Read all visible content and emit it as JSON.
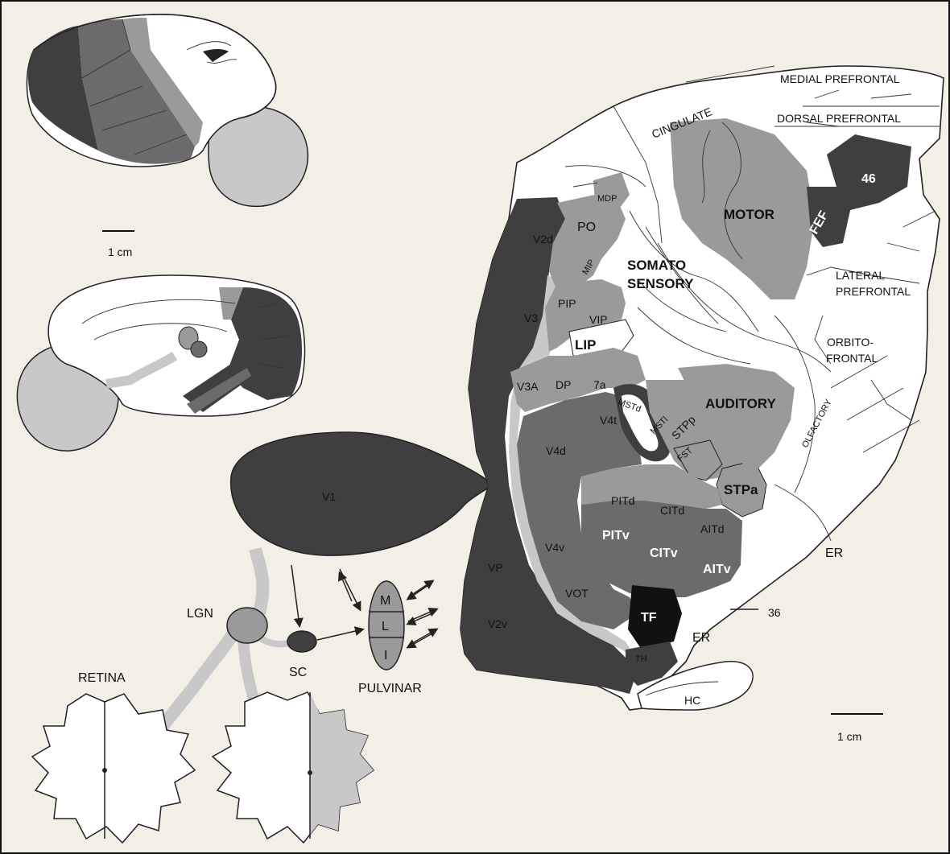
{
  "colors": {
    "background": "#f3efe6",
    "region_dark": "#3f3f3f",
    "region_medium_dark": "#6b6b6b",
    "region_medium": "#9a9a9a",
    "region_light": "#c8c8c8",
    "region_white": "#ffffff"
  },
  "scale_bars": {
    "top_left": "1 cm",
    "bottom_right": "1 cm"
  },
  "subcortical": {
    "retina": "RETINA",
    "lgn": "LGN",
    "sc": "SC",
    "pulvinar": "PULVINAR",
    "pulvinar_m": "M",
    "pulvinar_l": "L",
    "pulvinar_i": "I"
  },
  "areas": {
    "v1": "V1",
    "v2d": "V2d",
    "v2v": "V2v",
    "v3": "V3",
    "vp": "VP",
    "v3a": "V3A",
    "dp": "DP",
    "a7a": "7a",
    "v4t": "V4t",
    "v4d": "V4d",
    "v4v": "V4v",
    "vot": "VOT",
    "mdp": "MDP",
    "po": "PO",
    "mip": "MIP",
    "pip": "PIP",
    "vip": "VIP",
    "lip": "LIP",
    "mstd": "MSTd",
    "msti": "MSTl",
    "fst": "FST",
    "stpp": "STPp",
    "stpa": "STPa",
    "pitd": "PITd",
    "pitv": "PITv",
    "citd": "CITd",
    "citv": "CITv",
    "aitd": "AITd",
    "aitv": "AITv",
    "tf": "TF",
    "th": "TH",
    "er_upper": "ER",
    "er_lower": "ER",
    "hc": "HC",
    "a36": "36",
    "auditory": "AUDITORY",
    "olfactory": "OLFACTORY",
    "somato_1": "SOMATO",
    "somato_2": "SENSORY",
    "motor": "MOTOR",
    "fef": "FEF",
    "a46": "46",
    "cingulate": "CINGULATE",
    "medial_prefrontal": "MEDIAL PREFRONTAL",
    "dorsal_prefrontal": "DORSAL PREFRONTAL",
    "lateral_prefrontal_1": "LATERAL",
    "lateral_prefrontal_2": "PREFRONTAL",
    "orbitofrontal_1": "ORBITO-",
    "orbitofrontal_2": "FRONTAL"
  }
}
